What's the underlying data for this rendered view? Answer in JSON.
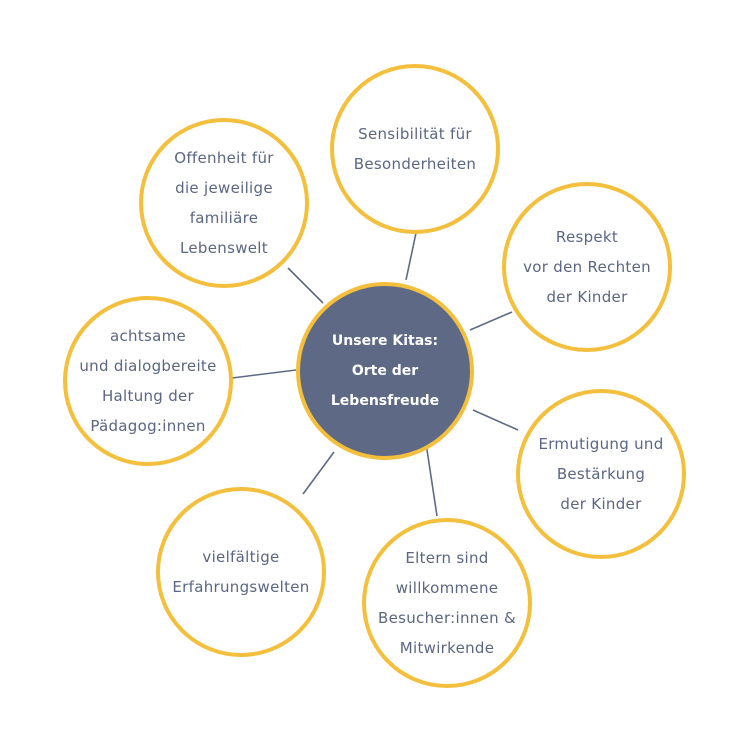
{
  "center": {
    "lines": [
      "Unsere Kitas:",
      "Orte der",
      "Lebensfreude"
    ]
  },
  "nodes": [
    {
      "id": "sensibilitaet",
      "lines": [
        "Sensibilität für",
        "Besonderheiten"
      ]
    },
    {
      "id": "respekt",
      "lines": [
        "Respekt",
        "vor den Rechten",
        "der Kinder"
      ]
    },
    {
      "id": "ermutigung",
      "lines": [
        "Ermutigung und",
        "Bestärkung",
        "der Kinder"
      ]
    },
    {
      "id": "eltern",
      "lines": [
        "Eltern sind",
        "willkommene",
        "Besucher:innen &",
        "Mitwirkende"
      ]
    },
    {
      "id": "vielfaeltig",
      "lines": [
        "vielfältige",
        "Erfahrungswelten"
      ]
    },
    {
      "id": "achtsame",
      "lines": [
        "achtsame",
        "und dialogbereite",
        "Haltung der",
        "Pädagog:innen"
      ]
    },
    {
      "id": "offenheit",
      "lines": [
        "Offenheit für",
        "die jeweilige",
        "familiäre",
        "Lebenswelt"
      ]
    }
  ],
  "colors": {
    "ring": "#f3bf3c",
    "center_fill": "#5e6a85",
    "text": "#5a6682",
    "connector": "#5d6b84"
  }
}
